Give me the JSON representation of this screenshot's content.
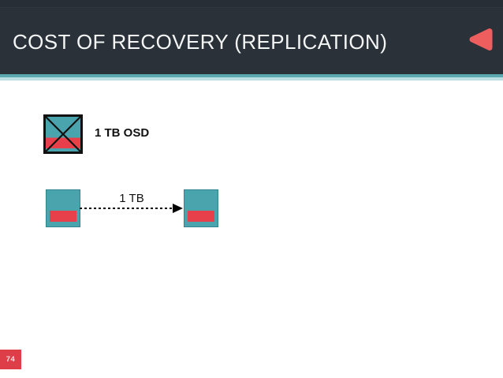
{
  "slide": {
    "title": "COST OF RECOVERY (REPLICATION)",
    "page_number": "74"
  },
  "legend": {
    "osd_label": "1 TB OSD"
  },
  "diagram": {
    "transfer_label": "1 TB"
  },
  "colors": {
    "header_background": "#2a3138",
    "title_text": "#f4f6f6",
    "accent_teal": "#5ba8b1",
    "accent_teal_light": "#bcdee2",
    "osd_teal": "#4aa4ae",
    "capacity_red": "#e8404a",
    "triangle_red": "#ee5e5e",
    "page_badge_red": "#de3e47",
    "arrow_black": "#000000"
  }
}
